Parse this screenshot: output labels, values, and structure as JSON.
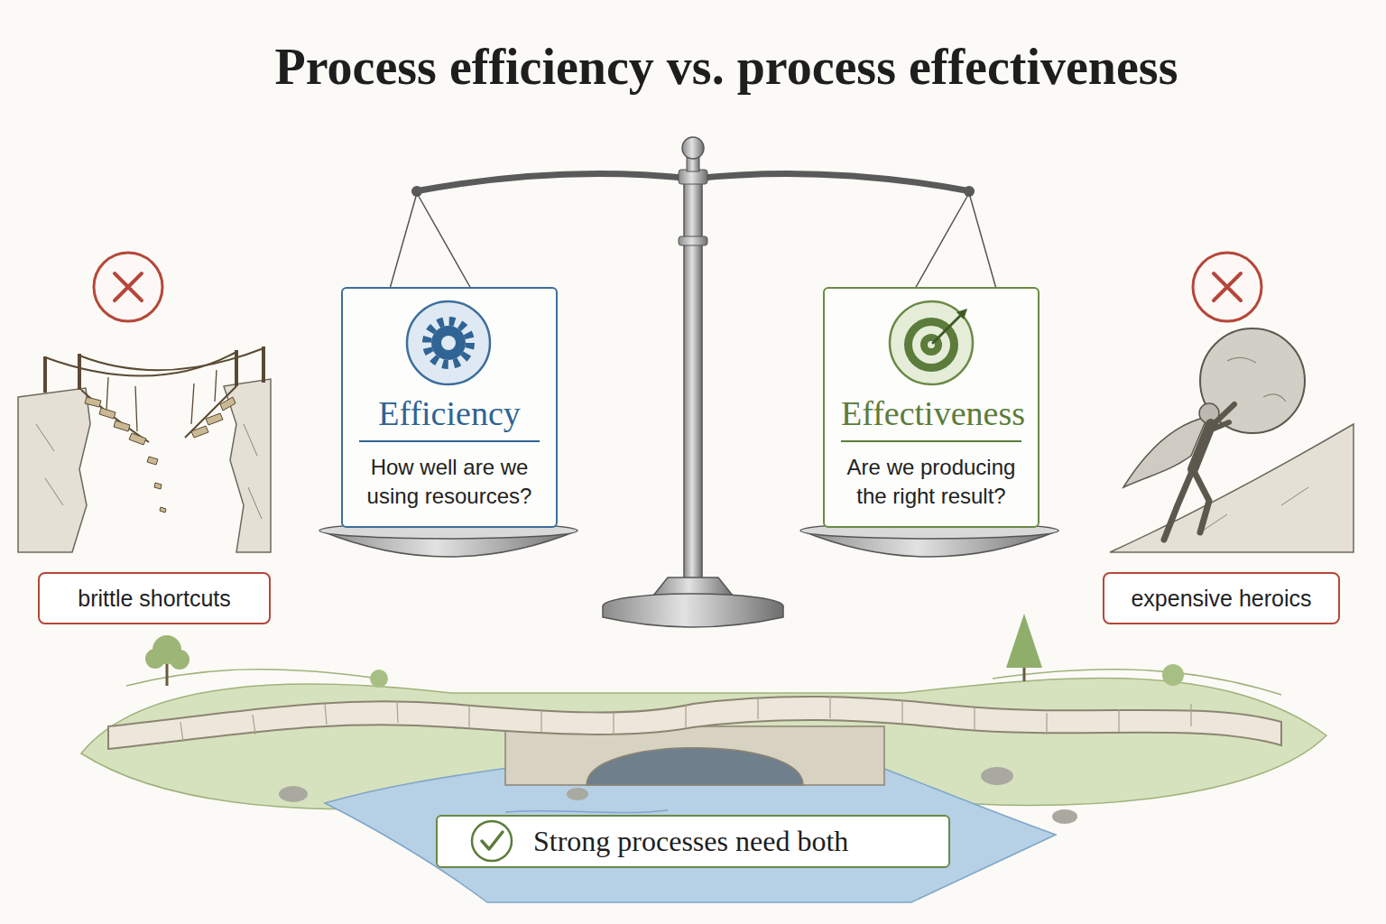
{
  "diagram": {
    "title": "Process efficiency vs. process effectiveness",
    "nodes": [
      {
        "text": [
          "Efficiency",
          "How well are we using resources?"
        ]
      },
      {
        "text": [
          "Effectiveness",
          "Are we producing the right result?"
        ]
      },
      {
        "text": [
          "brittle shortcuts"
        ]
      },
      {
        "text": [
          "expensive heroics"
        ]
      },
      {
        "text": [
          "Strong processes need both"
        ]
      }
    ]
  }
}
